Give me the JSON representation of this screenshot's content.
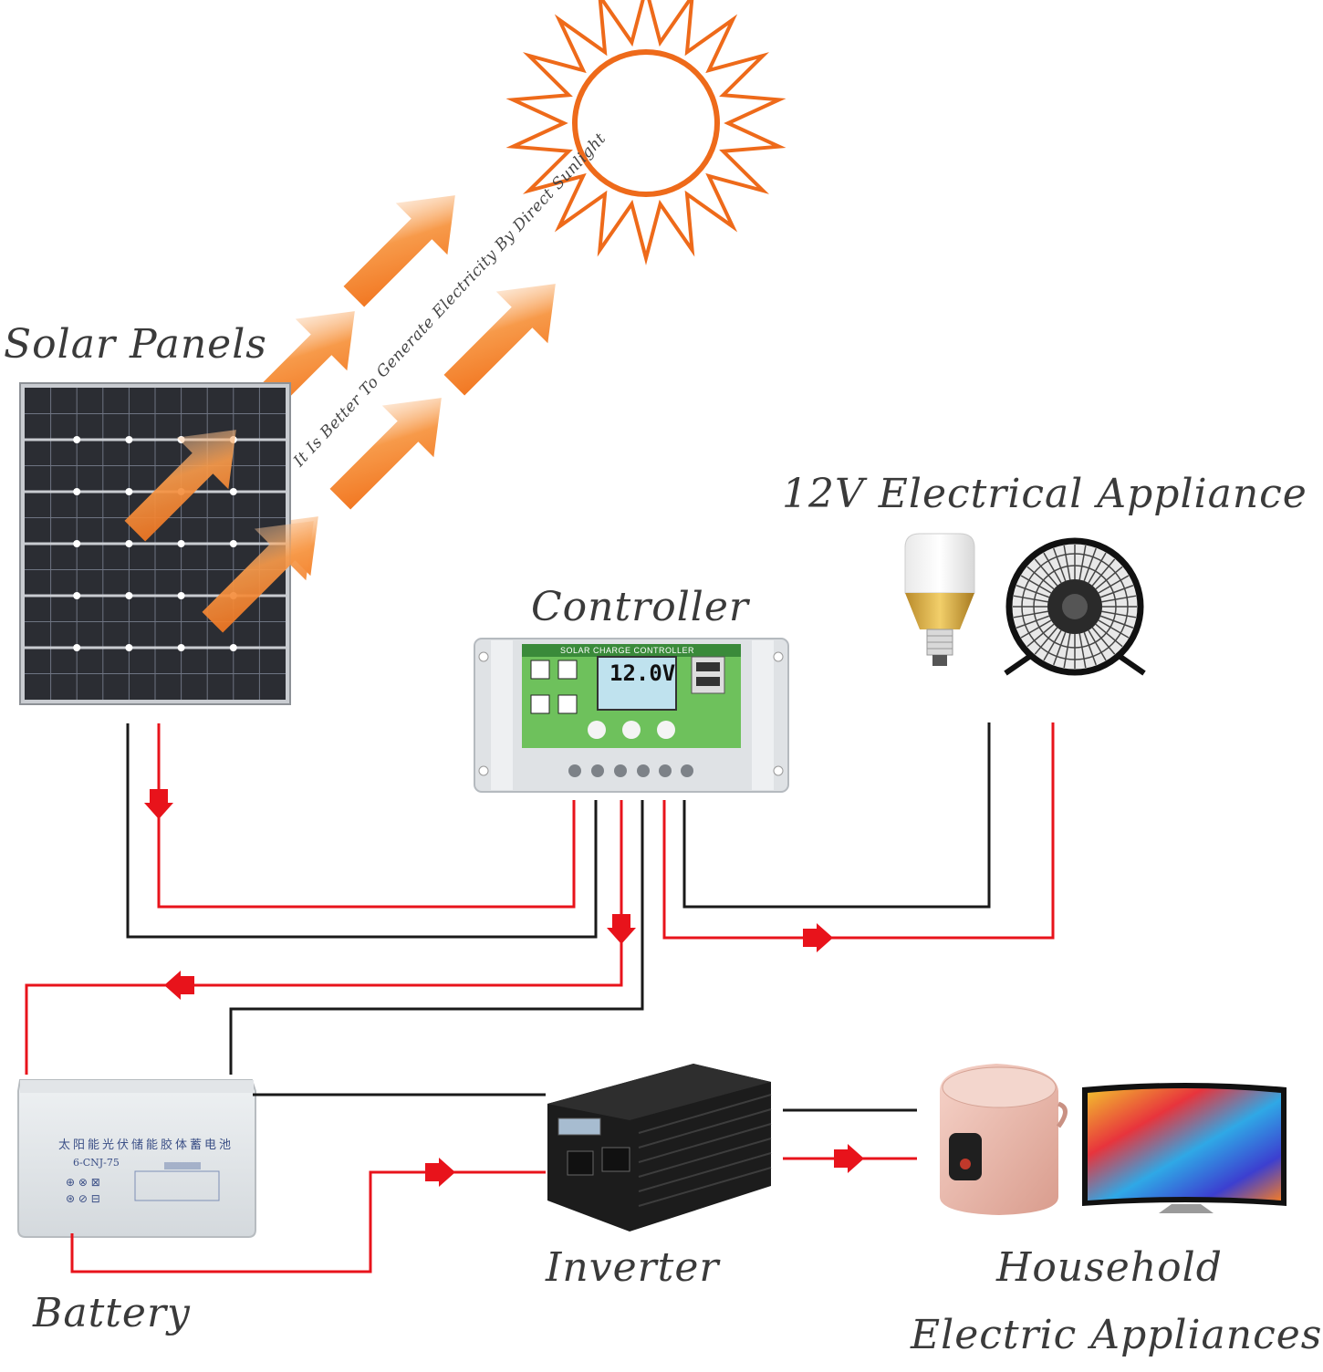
{
  "labels": {
    "solar_panels": "Solar Panels",
    "controller": "Controller",
    "appliance_12v": "12V Electrical Appliance",
    "inverter": "Inverter",
    "battery": "Battery",
    "household_line1": "Household",
    "household_line2": "Electric Appliances",
    "sunlight_note": "It Is Better To Generate Electricity By Direct Sunlight"
  },
  "controller_panel": {
    "title": "SOLAR CHARGE CONTROLLER",
    "display": "12.0V"
  },
  "battery_panel": {
    "chinese_label": "太阳能光伏储能胶体蓄电池",
    "model": "6-CNJ-75"
  },
  "colors": {
    "positive_wire": "#e8131b",
    "negative_wire": "#1a1a1a",
    "sun": "#ee6a1a",
    "arrow": "#f4781e",
    "controller_face": "#6ec15c"
  }
}
